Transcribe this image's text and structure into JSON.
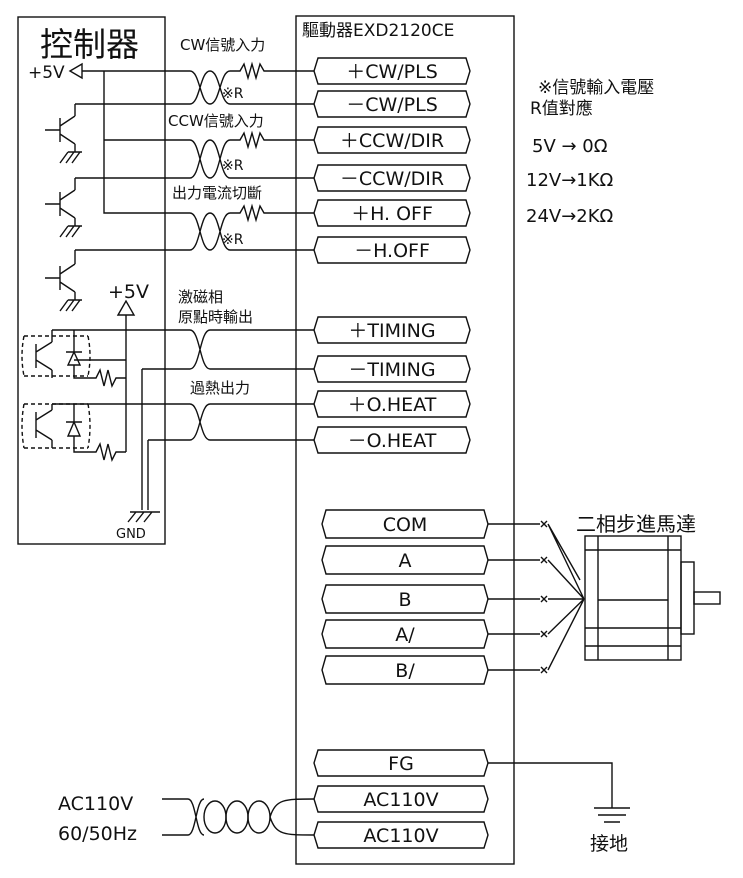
{
  "controller": {
    "title": "控制器",
    "vplus": "+5V",
    "vplus2": "+5V",
    "gnd": "GND"
  },
  "driver": {
    "title": "驅動器EXD2120CE"
  },
  "signals": {
    "cw_label": "CW信號入力",
    "ccw_label": "CCW信號入力",
    "hoff_label": "出力電流切斷",
    "timing_label_1": "激磁相",
    "timing_label_2": "原點時輸出",
    "heat_label": "過熱出力",
    "resistor_mark": "※R"
  },
  "terminals": {
    "cw_p": "＋CW/PLS",
    "cw_n": "－CW/PLS",
    "ccw_p": "＋CCW/DIR",
    "ccw_n": "－CCW/DIR",
    "hoff_p": "＋H. OFF",
    "hoff_n": "－H.OFF",
    "timing_p": "＋TIMING",
    "timing_n": "－TIMING",
    "heat_p": "＋O.HEAT",
    "heat_n": "－O.HEAT",
    "com": "COM",
    "a": "A",
    "b": "B",
    "a_bar": "A/",
    "b_bar": "B/",
    "fg": "FG",
    "ac1": "AC110V",
    "ac2": "AC110V"
  },
  "note": {
    "line1": "※信號輸入電壓",
    "line2": "R值對應",
    "row1": "5V → 0Ω",
    "row2": "12V→1KΩ",
    "row3": "24V→2KΩ"
  },
  "motor": {
    "label": "二相步進馬達"
  },
  "power": {
    "line1": "AC110V",
    "line2": "60/50Hz"
  },
  "ground": {
    "label": "接地"
  }
}
